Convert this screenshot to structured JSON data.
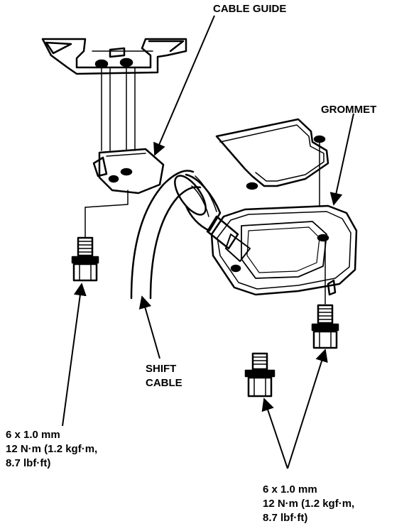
{
  "labels": {
    "cable_guide": "CABLE GUIDE",
    "grommet": "GROMMET",
    "shift_cable": [
      "SHIFT",
      "CABLE"
    ],
    "torque_left": [
      "6 x 1.0 mm",
      "12 N·m (1.2 kgf·m,",
      "8.7 lbf·ft)"
    ],
    "torque_right": [
      "6 x 1.0 mm",
      "12 N·m (1.2 kgf·m,",
      "8.7 lbf·ft)"
    ]
  }
}
